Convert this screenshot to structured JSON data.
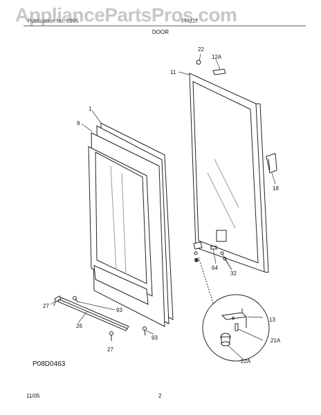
{
  "watermark": "AppliancePartsPros.com",
  "header": {
    "left": "Publication No. 5995",
    "middle": "FFU17",
    "title": "DOOR"
  },
  "reference": "P08D0463",
  "footer": {
    "date": "11/05",
    "page": "2"
  },
  "callouts": {
    "c1": "1",
    "c9": "9",
    "c11": "11",
    "c12a": "12A",
    "c13": "13",
    "c18": "18",
    "c21a": "21A",
    "c22": "22",
    "c22a": "22A",
    "c26": "26",
    "c27a": "27",
    "c27b": "27",
    "c32": "32",
    "c64": "64",
    "c93a": "93",
    "c93b": "93"
  }
}
